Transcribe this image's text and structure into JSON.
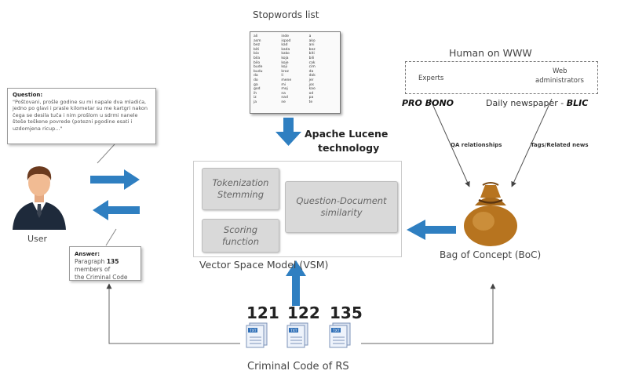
{
  "stopwords": {
    "title": "Stopwords list",
    "words": [
      [
        "ali",
        "asm",
        "bez",
        "biti",
        "bio",
        "bila",
        "bilo",
        "bude",
        "budu",
        "da",
        "do",
        "ga",
        "god",
        "ih",
        "iz",
        "ja"
      ],
      [
        "inde",
        "ispod",
        "kad",
        "kada",
        "kako",
        "koja",
        "koje",
        "koji",
        "kroz",
        "li",
        "mene",
        "mi",
        "moj",
        "na",
        "nad",
        "ne"
      ],
      [
        "a",
        "ako",
        "ani",
        "bez",
        "biti",
        "bili",
        "cak",
        "cim",
        "da",
        "dok",
        "jer",
        "jos",
        "kao",
        "od",
        "pa",
        "te"
      ]
    ]
  },
  "apache": {
    "line1": "Apache Lucene",
    "line2": "technology"
  },
  "human": {
    "title": "Human on WWW",
    "experts": "Experts",
    "web_admin_line1": "Web",
    "web_admin_line2": "administrators",
    "pro_bono": "PRO BONO",
    "daily_prefix": "Daily newspaper - ",
    "daily_bold": "BLIC"
  },
  "question": {
    "title": "Question:",
    "body": "\"Poštovani, prošle godine su mi napale dva mladića, jedno po glavi i prasle kilometar su me kartgri nakon čega se desila tuča i nim prošlom u sdrmi nanele šteše teškene povrede (potezni pgodine esati i uzdomjena ricup...\""
  },
  "user": {
    "label": "User"
  },
  "answer": {
    "title": "Answer:",
    "line1_prefix": "Paragraph ",
    "line1_bold": "135",
    "line1_suffix": " members of",
    "line2": "the Criminal Code"
  },
  "vsm": {
    "label": "Vector Space Model (VSM)",
    "tokenization": "Tokenization",
    "stemming": "Stemming",
    "scoring_line1": "Scoring",
    "scoring_line2": "function",
    "qd_line1": "Question-Document",
    "qd_line2": "similarity"
  },
  "boc": {
    "label": "Bag of Concept (BoC)",
    "qa_relationships": "QA relationships",
    "tags_related": "Tags/Related news"
  },
  "code": {
    "label": "Criminal Code of RS",
    "docs": [
      "121",
      "122",
      "135"
    ],
    "doc_icon_text": "TXT"
  },
  "colors": {
    "arrow_blue": "#2f7fc1",
    "bag_brown": "#b7741f"
  }
}
